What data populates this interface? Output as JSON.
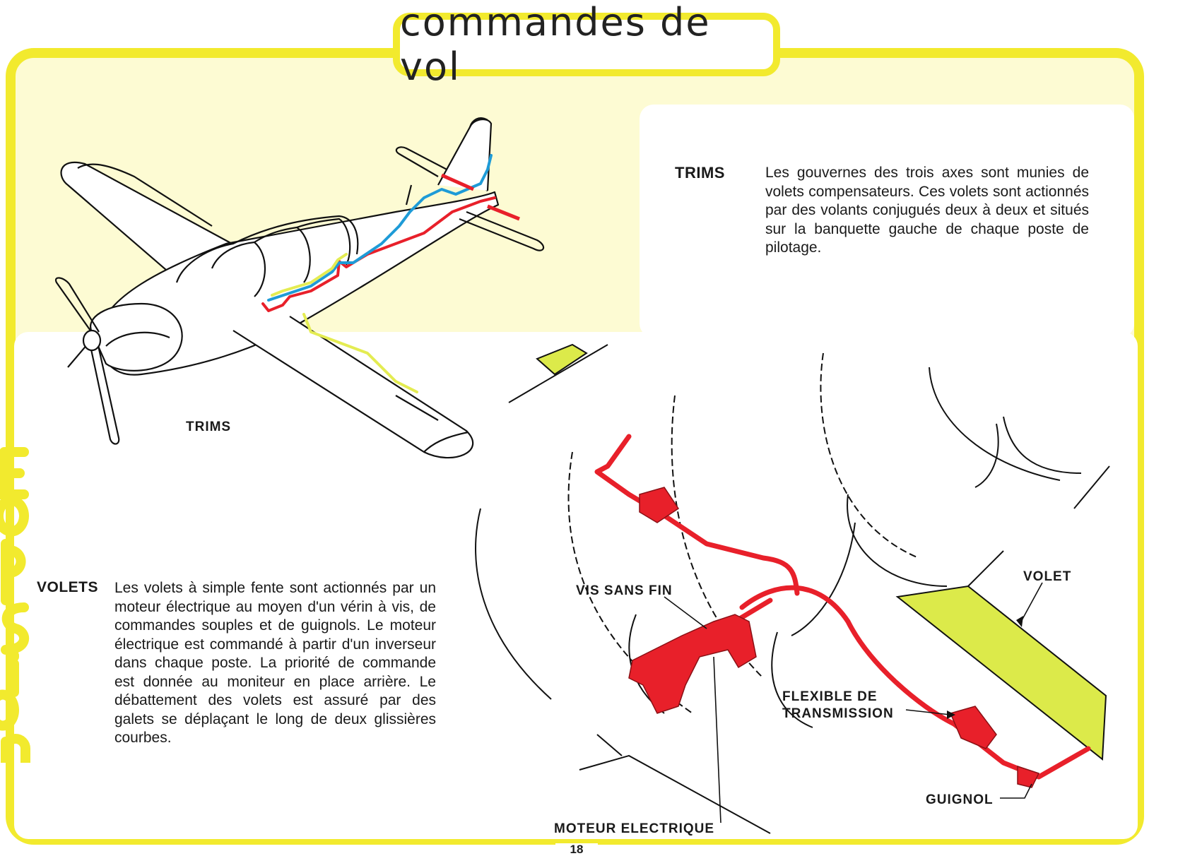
{
  "page_title": "commandes de vol",
  "page_number": "18",
  "side_logo_text": "Epsilon",
  "trims": {
    "heading": "TRIMS",
    "text": "Les gouvernes des trois axes sont munies de volets compensateurs. Ces volets sont actionnés par des volants conjugués deux à deux et situés sur la banquette gauche de chaque poste de pilotage.",
    "figure_label": "TRIMS"
  },
  "volets": {
    "heading": "VOLETS",
    "text": "Les volets à simple fente sont actionnés par un moteur électrique au moyen d'un vérin à vis, de commandes souples et de guignols. Le moteur électrique est commandé à partir d'un inverseur dans chaque poste. La priorité de commande est donnée au moniteur en place arrière. Le débattement des volets est assuré par des galets se déplaçant le long de deux glissières courbes."
  },
  "diagram_labels": {
    "vis_sans_fin": "VIS SANS FIN",
    "volet": "VOLET",
    "flexible_1": "FLEXIBLE DE",
    "flexible_2": "TRANSMISSION",
    "guignol": "GUIGNOL",
    "moteur": "MOTEUR ELECTRIQUE"
  },
  "colors": {
    "frame_yellow": "#f2ea2e",
    "panel_cream": "#fdfbd3",
    "trim_red": "#e8202a",
    "trim_blue": "#1e9bd7",
    "trim_yellow": "#e4ec52",
    "flap_green": "#dcea4a"
  }
}
